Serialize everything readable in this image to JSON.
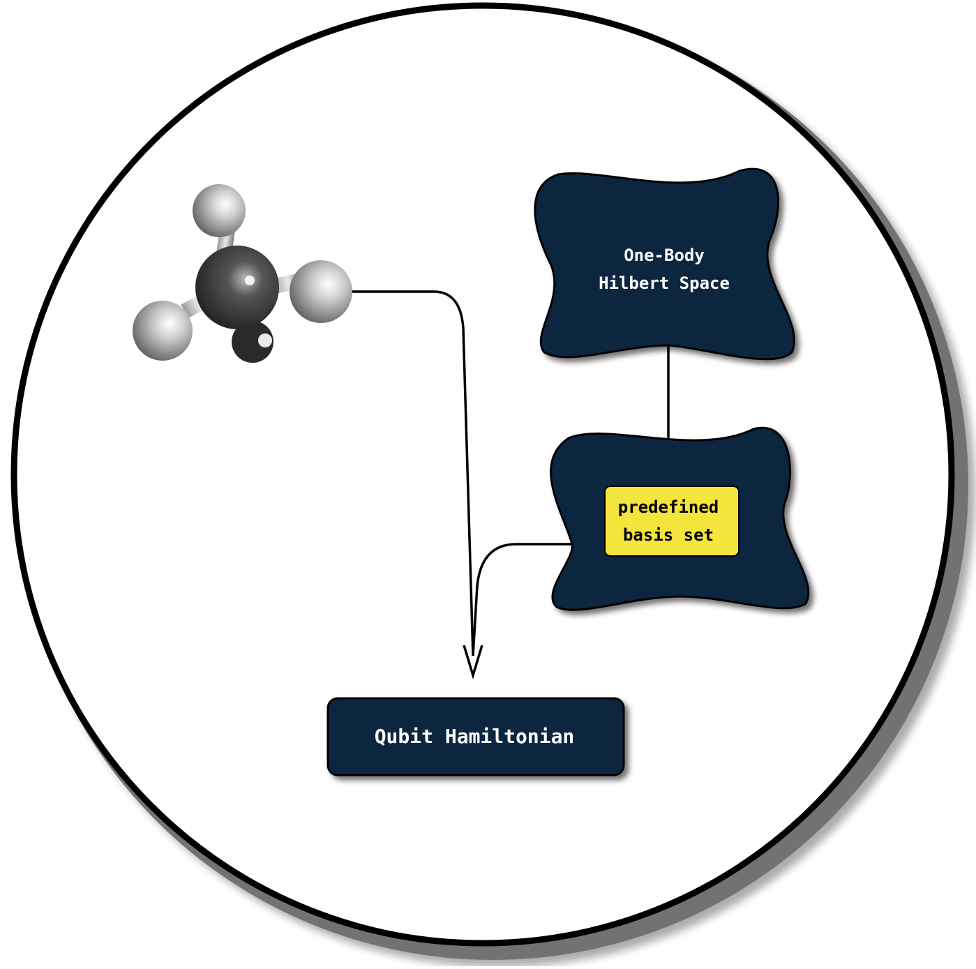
{
  "diagram": {
    "nodes": {
      "molecule": {
        "icon": "methane-molecule-icon"
      },
      "one_body_space": {
        "line1": "One-Body",
        "line2": "Hilbert Space"
      },
      "basis_set": {
        "line1": "predefined",
        "line2": "basis set"
      },
      "qubit_hamiltonian": {
        "label": "Qubit Hamiltonian"
      }
    },
    "edges": [
      {
        "from": "molecule",
        "to": "qubit_hamiltonian",
        "arrow": true
      },
      {
        "from": "one_body_space",
        "to": "basis_set",
        "arrow": false
      },
      {
        "from": "basis_set",
        "to": "qubit_hamiltonian",
        "arrow": true
      }
    ]
  },
  "colors": {
    "blob_fill": "#0b2840",
    "label_fill": "#f3e53b",
    "text_light": "#ffffff",
    "text_dark": "#000000",
    "outline": "#000000"
  }
}
